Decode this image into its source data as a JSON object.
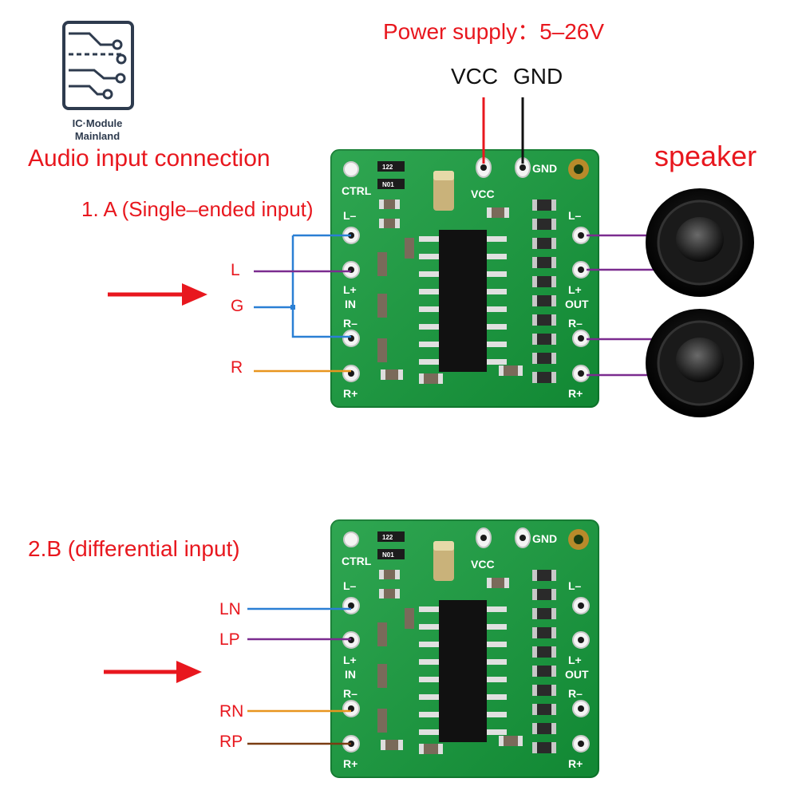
{
  "logo": {
    "line1": "IC·Module",
    "line2": "Mainland"
  },
  "power": {
    "title": "Power supply：5–26V",
    "vcc": "VCC",
    "gnd": "GND"
  },
  "speaker_label": "speaker",
  "section_a": {
    "heading": "Audio input connection",
    "subheading": "1. A (Single–ended input)",
    "pins": [
      "L",
      "G",
      "R"
    ]
  },
  "section_b": {
    "heading": "2.B (differential input)",
    "pins": [
      "LN",
      "LP",
      "RN",
      "RP"
    ]
  },
  "board": {
    "silk_ctrl": "CTRL",
    "silk_lminus": "L–",
    "silk_lplus": "L+",
    "silk_in": "IN",
    "silk_rminus": "R–",
    "silk_rplus": "R+",
    "silk_out": "OUT",
    "silk_vcc": "VCC",
    "silk_gnd": "GND",
    "part_122": "122",
    "part_n01": "N01"
  },
  "colors": {
    "red": "#e8171e",
    "blue": "#2a7fd4",
    "purple": "#7b2c8f",
    "orange": "#e8951e",
    "brown": "#7a3d12",
    "pcb": "#139a3a"
  }
}
